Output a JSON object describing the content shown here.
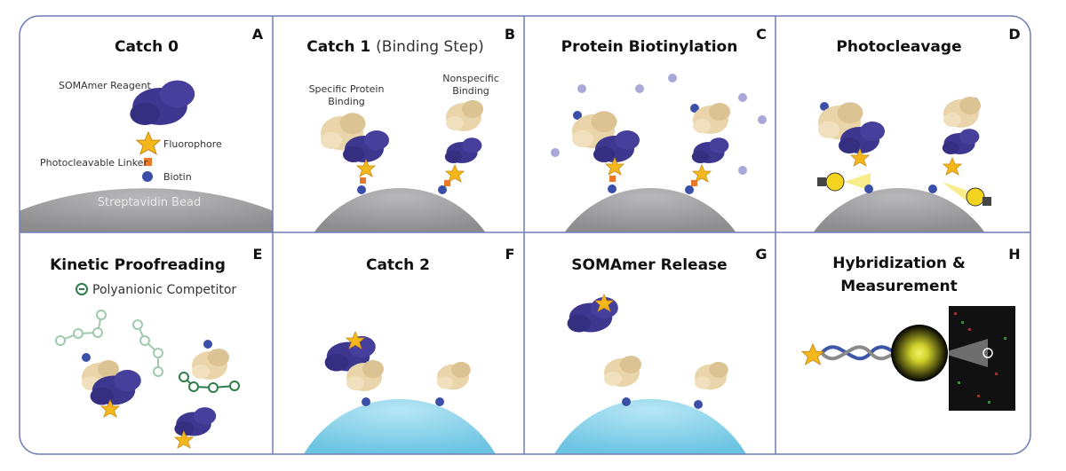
{
  "figure": {
    "panels": [
      {
        "letter": "A",
        "title": "Catch 0",
        "labels": {
          "reagent": "SOMAmer Reagent",
          "fluorophore": "Fluorophore",
          "linker": "Photocleavable Linker",
          "biotin": "Biotin",
          "bead": "Streptavidin Bead"
        }
      },
      {
        "letter": "B",
        "title": "Catch 1",
        "subtitle": "(Binding Step)",
        "labels": {
          "specific_1": "Specific Protein",
          "specific_2": "Binding",
          "nonspecific_1": "Nonspecific",
          "nonspecific_2": "Binding"
        }
      },
      {
        "letter": "C",
        "title": "Protein Biotinylation"
      },
      {
        "letter": "D",
        "title": "Photocleavage"
      },
      {
        "letter": "E",
        "title": "Kinetic Proofreading",
        "legend": "Polyanionic Competitor"
      },
      {
        "letter": "F",
        "title": "Catch 2"
      },
      {
        "letter": "G",
        "title": "SOMAmer Release"
      },
      {
        "letter": "H",
        "title_line1": "Hybridization &",
        "title_line2": "Measurement"
      }
    ],
    "colors": {
      "somamer": "#3d3790",
      "protein": "#e9d5a9",
      "biotin": "#3b4fa8",
      "fluorophore": "#f5b81c",
      "linker": "#e8782a",
      "bead_gray": "#9a9a9c",
      "bead_cyan": "#8fd3ea",
      "competitor": "#2e7d4a",
      "border": "#6f7fb5"
    }
  }
}
